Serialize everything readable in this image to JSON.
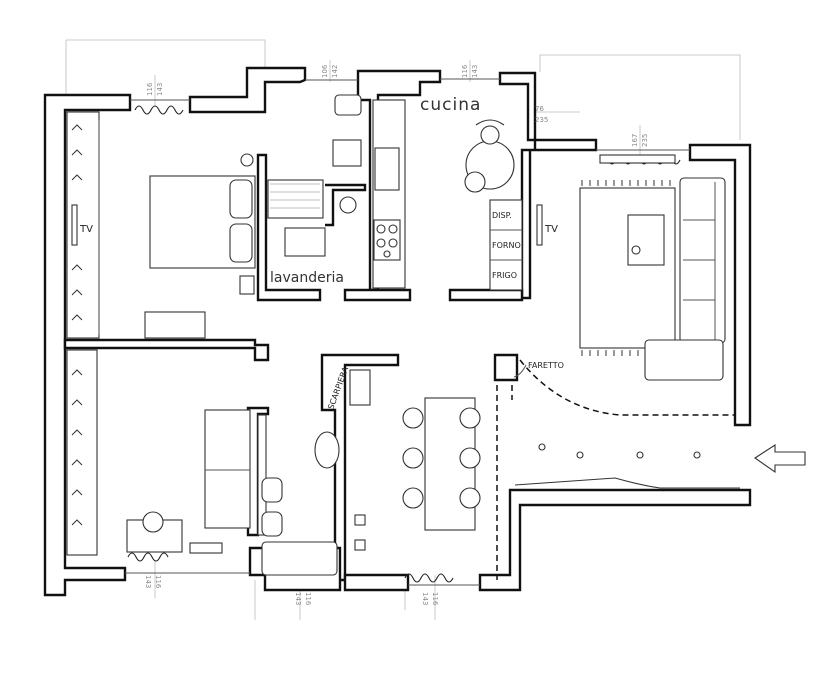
{
  "rooms": {
    "kitchen": "cucina",
    "laundry": "lavanderia"
  },
  "appliances": {
    "pantry": "DISP.",
    "oven": "FORNO",
    "fridge": "FRIGO"
  },
  "labels": {
    "tv_bedroom": "TV",
    "tv_living": "TV",
    "shoe_cabinet": "SCARPIERA",
    "spotlight": "FARETTO"
  },
  "dimensions": {
    "top_left_window": [
      "116",
      "143"
    ],
    "top_bath_window": [
      "106",
      "142"
    ],
    "top_kitchen_window": [
      "116",
      "143"
    ],
    "kitchen_door": [
      "76",
      "235"
    ],
    "living_window": [
      "167",
      "235"
    ],
    "bottom_left_window": [
      "143",
      "116"
    ],
    "bottom_bath_window": [
      "143",
      "116"
    ],
    "bottom_dining_window": [
      "143",
      "116"
    ]
  }
}
